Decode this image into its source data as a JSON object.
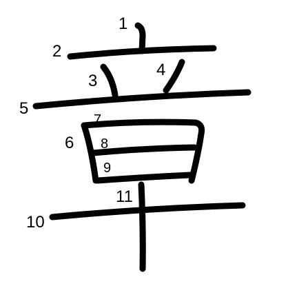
{
  "character": {
    "stroke_color": "#000000",
    "background_color": "#ffffff"
  },
  "stroke_order_labels": [
    "1",
    "2",
    "3",
    "4",
    "5",
    "6",
    "7",
    "8",
    "9",
    "10",
    "11"
  ]
}
